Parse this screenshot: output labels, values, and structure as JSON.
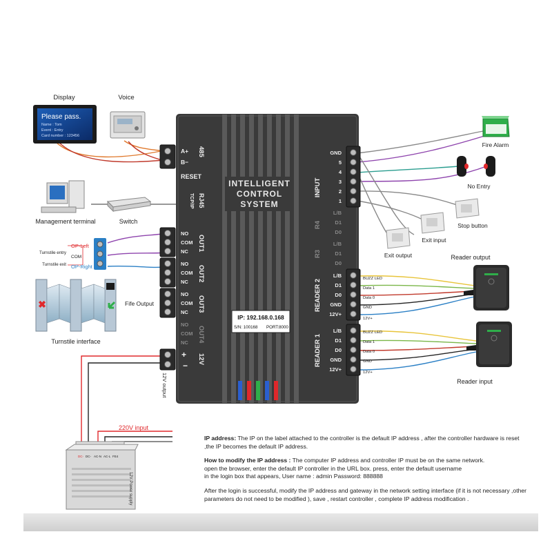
{
  "labels": {
    "display": "Display",
    "voice": "Voice",
    "management_terminal": "Management terminal",
    "switch": "Switch",
    "turnstile_entry": "Turnstile entry",
    "turnstile_exit": "Turnstile exit",
    "op_left": "OP-Left",
    "com": "COM",
    "op_right": "OP-Right",
    "turnstile_interface": "Turnstile interface",
    "fife_output": "Fife Output",
    "output_12v": "12V output",
    "input_220v": "220V input",
    "power_supply": "12V Power supply",
    "fire_alarm": "Fire Alarm",
    "no_entry": "No Entry",
    "stop_button": "Stop button",
    "exit_input": "Exit input",
    "exit_output": "Exit output",
    "reader_output": "Reader output",
    "reader_input": "Reader input"
  },
  "screen": {
    "line1": "Please pass.",
    "line2": "Name : Tom",
    "line3": "Event : Entry",
    "line4": "Card number : 123456"
  },
  "controller": {
    "title1": "INTELLIGENT",
    "title2": "CONTROL",
    "title3": "SYSTEM",
    "ip": "IP: 192.168.0.168",
    "sn": "S/N: 100168",
    "port": "PORT:8000",
    "left_groups": [
      "485",
      "RESET",
      "RJ45",
      "TCP/IP",
      "OUT1",
      "OUT2",
      "OUT3",
      "OUT4",
      "12V"
    ],
    "pins_485": [
      "A+",
      "B−"
    ],
    "pins_out": [
      "NO",
      "COM",
      "NC"
    ],
    "pins_12v": [
      "+",
      "−"
    ],
    "input_group": "INPUT",
    "input_pins": [
      "GND",
      "5",
      "4",
      "3",
      "2",
      "1"
    ],
    "r4_group": "R4",
    "r4_pins": [
      "L/B",
      "D1",
      "D0"
    ],
    "r3_group": "R3",
    "r3_pins": [
      "L/B",
      "D1",
      "D0"
    ],
    "reader2_group": "READER 2",
    "reader1_group": "READER 1",
    "reader_pins": [
      "L/B",
      "D1",
      "D0",
      "GND",
      "12V+"
    ]
  },
  "wires": {
    "reader_wires": [
      "BUZZ LED",
      "Data 1",
      "Data 0",
      "GND",
      "12V+"
    ]
  },
  "power_terminals": [
    "DC-",
    "DC-",
    "AC-N",
    "AC-L",
    "FE4"
  ],
  "notes": {
    "ip_title": "IP address:",
    "ip_text": " The IP on the label attached to the controller is the default IP address , after the controller hardware is reset ,the IP becomes the default IP address.",
    "modify_title": "How to modify the IP address :",
    "modify_text1": " The computer IP address and controller IP must be on the same network.",
    "modify_text2": "open the browser, enter the default IP controller in the URL box.  press, enter  the default username",
    "modify_text3": " in the login box that appears, User name : admin  Password: 888888",
    "after_text": "After the login is successful, modify the IP address and gateway in the network setting interface (if it is not  necessary ,other  parameters do not need to be modified ),  save , restart  controller , complete  IP address modification ."
  },
  "colors": {
    "controller": "#3a3a3a",
    "rib": "#555555",
    "terminal": "#2a2a2a",
    "red": "#e0282b",
    "blue": "#2a7fc5"
  }
}
